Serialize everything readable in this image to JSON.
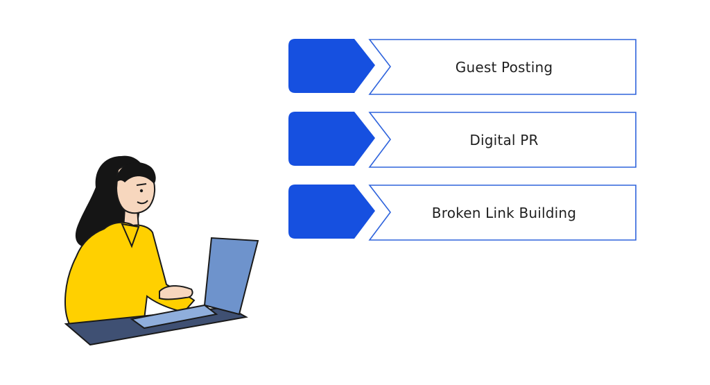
{
  "items": [
    {
      "label": "Guest Posting"
    },
    {
      "label": "Digital PR"
    },
    {
      "label": "Broken Link Building"
    }
  ],
  "colors": {
    "tab_fill": "#1650E0",
    "arrow_outline": "#2E63DC",
    "shirt": "#FFD000",
    "laptop": "#6E93CC",
    "hair": "#151515",
    "desk": "#3F5073"
  },
  "icons": [
    "woman-at-laptop-illustration"
  ]
}
